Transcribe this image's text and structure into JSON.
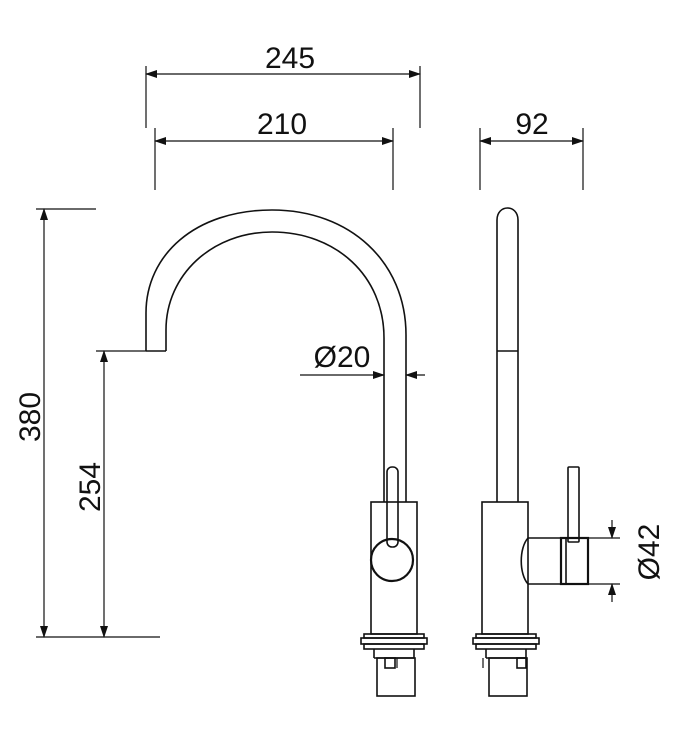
{
  "dimensions": {
    "overall_width": "245",
    "spout_reach": "210",
    "side_depth": "92",
    "total_height": "380",
    "spout_height": "254",
    "spout_diameter": "Ø20",
    "handle_diameter": "Ø42"
  },
  "colors": {
    "line": "#111111",
    "background": "#ffffff"
  }
}
